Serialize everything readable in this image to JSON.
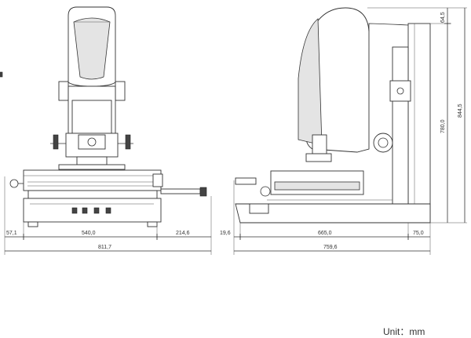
{
  "dimensions": {
    "front_left_offset": "57,1",
    "front_table_width": "540,0",
    "front_right_offset": "214,6",
    "front_total_width": "811,7",
    "side_left_offset": "19,6",
    "side_base_length": "665,0",
    "side_right_offset": "75,0",
    "side_total_length": "759,6",
    "top_offset_height": "64,5",
    "column_height": "780,0",
    "total_height": "844,5"
  },
  "unit_label": "Unit：mm"
}
